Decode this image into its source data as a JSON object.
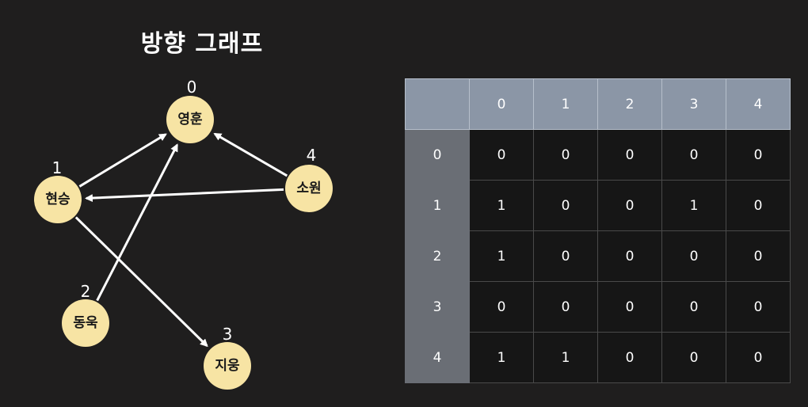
{
  "title": "방향 그래프",
  "graph": {
    "nodes": [
      {
        "index": "0",
        "name": "영훈"
      },
      {
        "index": "1",
        "name": "현승"
      },
      {
        "index": "2",
        "name": "동욱"
      },
      {
        "index": "3",
        "name": "지웅"
      },
      {
        "index": "4",
        "name": "소원"
      }
    ],
    "edges": [
      {
        "from": "1",
        "to": "0"
      },
      {
        "from": "2",
        "to": "0"
      },
      {
        "from": "4",
        "to": "0"
      },
      {
        "from": "4",
        "to": "1"
      },
      {
        "from": "1",
        "to": "3"
      }
    ],
    "node_color": "#f7e4a4",
    "edge_color": "#ffffff"
  },
  "matrix": {
    "column_headers": [
      "0",
      "1",
      "2",
      "3",
      "4"
    ],
    "rows": [
      {
        "label": "0",
        "cells": [
          "0",
          "0",
          "0",
          "0",
          "0"
        ]
      },
      {
        "label": "1",
        "cells": [
          "1",
          "0",
          "0",
          "1",
          "0"
        ]
      },
      {
        "label": "2",
        "cells": [
          "1",
          "0",
          "0",
          "0",
          "0"
        ]
      },
      {
        "label": "3",
        "cells": [
          "0",
          "0",
          "0",
          "0",
          "0"
        ]
      },
      {
        "label": "4",
        "cells": [
          "1",
          "1",
          "0",
          "0",
          "0"
        ]
      }
    ],
    "header_color": "#8b96a6",
    "row_header_color": "#6a6e75",
    "cell_color": "#161616"
  }
}
